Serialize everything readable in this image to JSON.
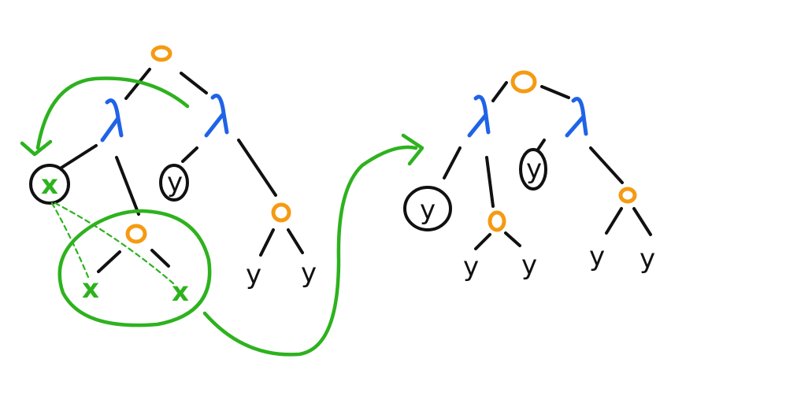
{
  "diagram": {
    "colors": {
      "ink": "#111111",
      "lambda": "#1f63e6",
      "application": "#f59a12",
      "highlight": "#2db21e"
    },
    "left_tree": {
      "root_node": "o",
      "lambda_left": "λ",
      "lambda_right": "λ",
      "bound_var": "x",
      "arg_var": "y",
      "inner_app": "o",
      "sub_x_left": "x",
      "sub_x_right": "x",
      "right_app": "o",
      "right_y_left": "y",
      "right_y_right": "y"
    },
    "right_tree": {
      "root_node": "o",
      "lambda_left": "λ",
      "lambda_right": "λ",
      "bound_var": "y",
      "arg_var": "y",
      "inner_app": "o",
      "sub_y_left": "y",
      "sub_y_right": "y",
      "right_app": "o",
      "right_y_left": "y",
      "right_y_right": "y"
    }
  }
}
